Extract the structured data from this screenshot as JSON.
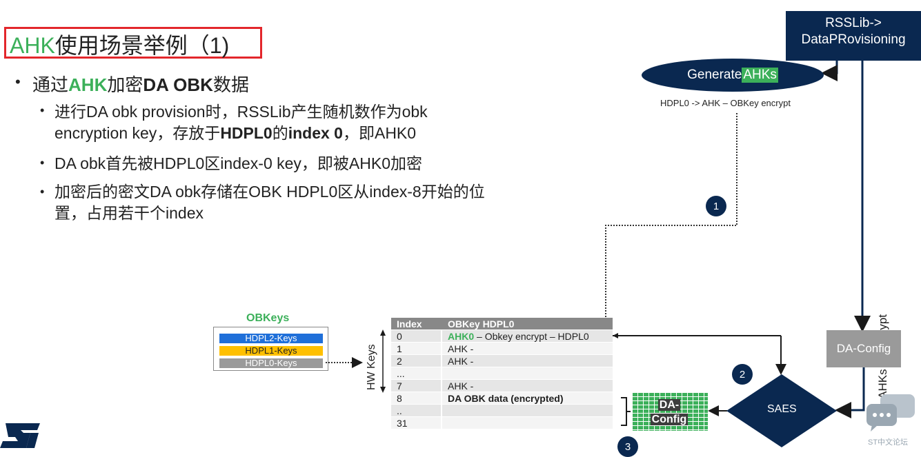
{
  "title": {
    "green": "AHK",
    "rest": "使用场景举例（1)"
  },
  "bullets": {
    "main": {
      "pre": "通过",
      "ahk": "AHK",
      "mid": "加密",
      "bold": "DA OBK",
      "post": "数据"
    },
    "sub1_l1": "进行DA obk provision时，RSSLib产生随机数作为obk",
    "sub1_l2_pre": "encryption key，存放于",
    "sub1_l2_b1": "HDPL0",
    "sub1_l2_mid": "的",
    "sub1_l2_b2": "index 0",
    "sub1_l2_post": "，即AHK0",
    "sub2": "DA obk首先被HDPL0区index-0 key，即被AHK0加密",
    "sub3_l1": "加密后的密文DA obk存储在OBK HDPL0区从index-8开始的位",
    "sub3_l2": "置，占用若干个index"
  },
  "diagram": {
    "rsslib_l1": "RSSLib->",
    "rsslib_l2": "DataPRovisioning",
    "generate_pre": "Generate ",
    "generate_hl": "AHKs",
    "hdpl_caption": "HDPL0 -> AHK – OBKey encrypt",
    "use_ahks": "Use AHKs to encrypt",
    "da_config": "DA-Config",
    "step1": "1",
    "step2": "2",
    "step3": "3",
    "saes": "SAES",
    "da_green_l1": "DA-",
    "da_green_l2": "Config"
  },
  "obkeys": {
    "title": "OBKeys",
    "hdpl2": "HDPL2-Keys",
    "hdpl1": "HDPL1-Keys",
    "hdpl0": "HDPL0-Keys",
    "hw_keys": "HW Keys"
  },
  "table": {
    "headers": [
      "Index",
      "OBKey HDPL0"
    ],
    "rows": [
      {
        "index": "0",
        "ahk": "AHK0",
        "desc": " – Obkey  encrypt – HDPL0"
      },
      {
        "index": "1",
        "value": "AHK -"
      },
      {
        "index": "2",
        "value": "AHK -"
      },
      {
        "index": "...",
        "value": ""
      },
      {
        "index": "7",
        "value": "AHK -"
      },
      {
        "index": "8",
        "value": "DA OBK data (encrypted)"
      },
      {
        "index": "..",
        "value": ""
      },
      {
        "index": "31",
        "value": ""
      }
    ]
  },
  "forum": "ST中文论坛",
  "colors": {
    "navy": "#0a2850",
    "green": "#3cb05a",
    "red": "#e3262b",
    "gray": "#9a9a9a",
    "blue": "#1f6fd9",
    "yellow": "#ffc000"
  }
}
